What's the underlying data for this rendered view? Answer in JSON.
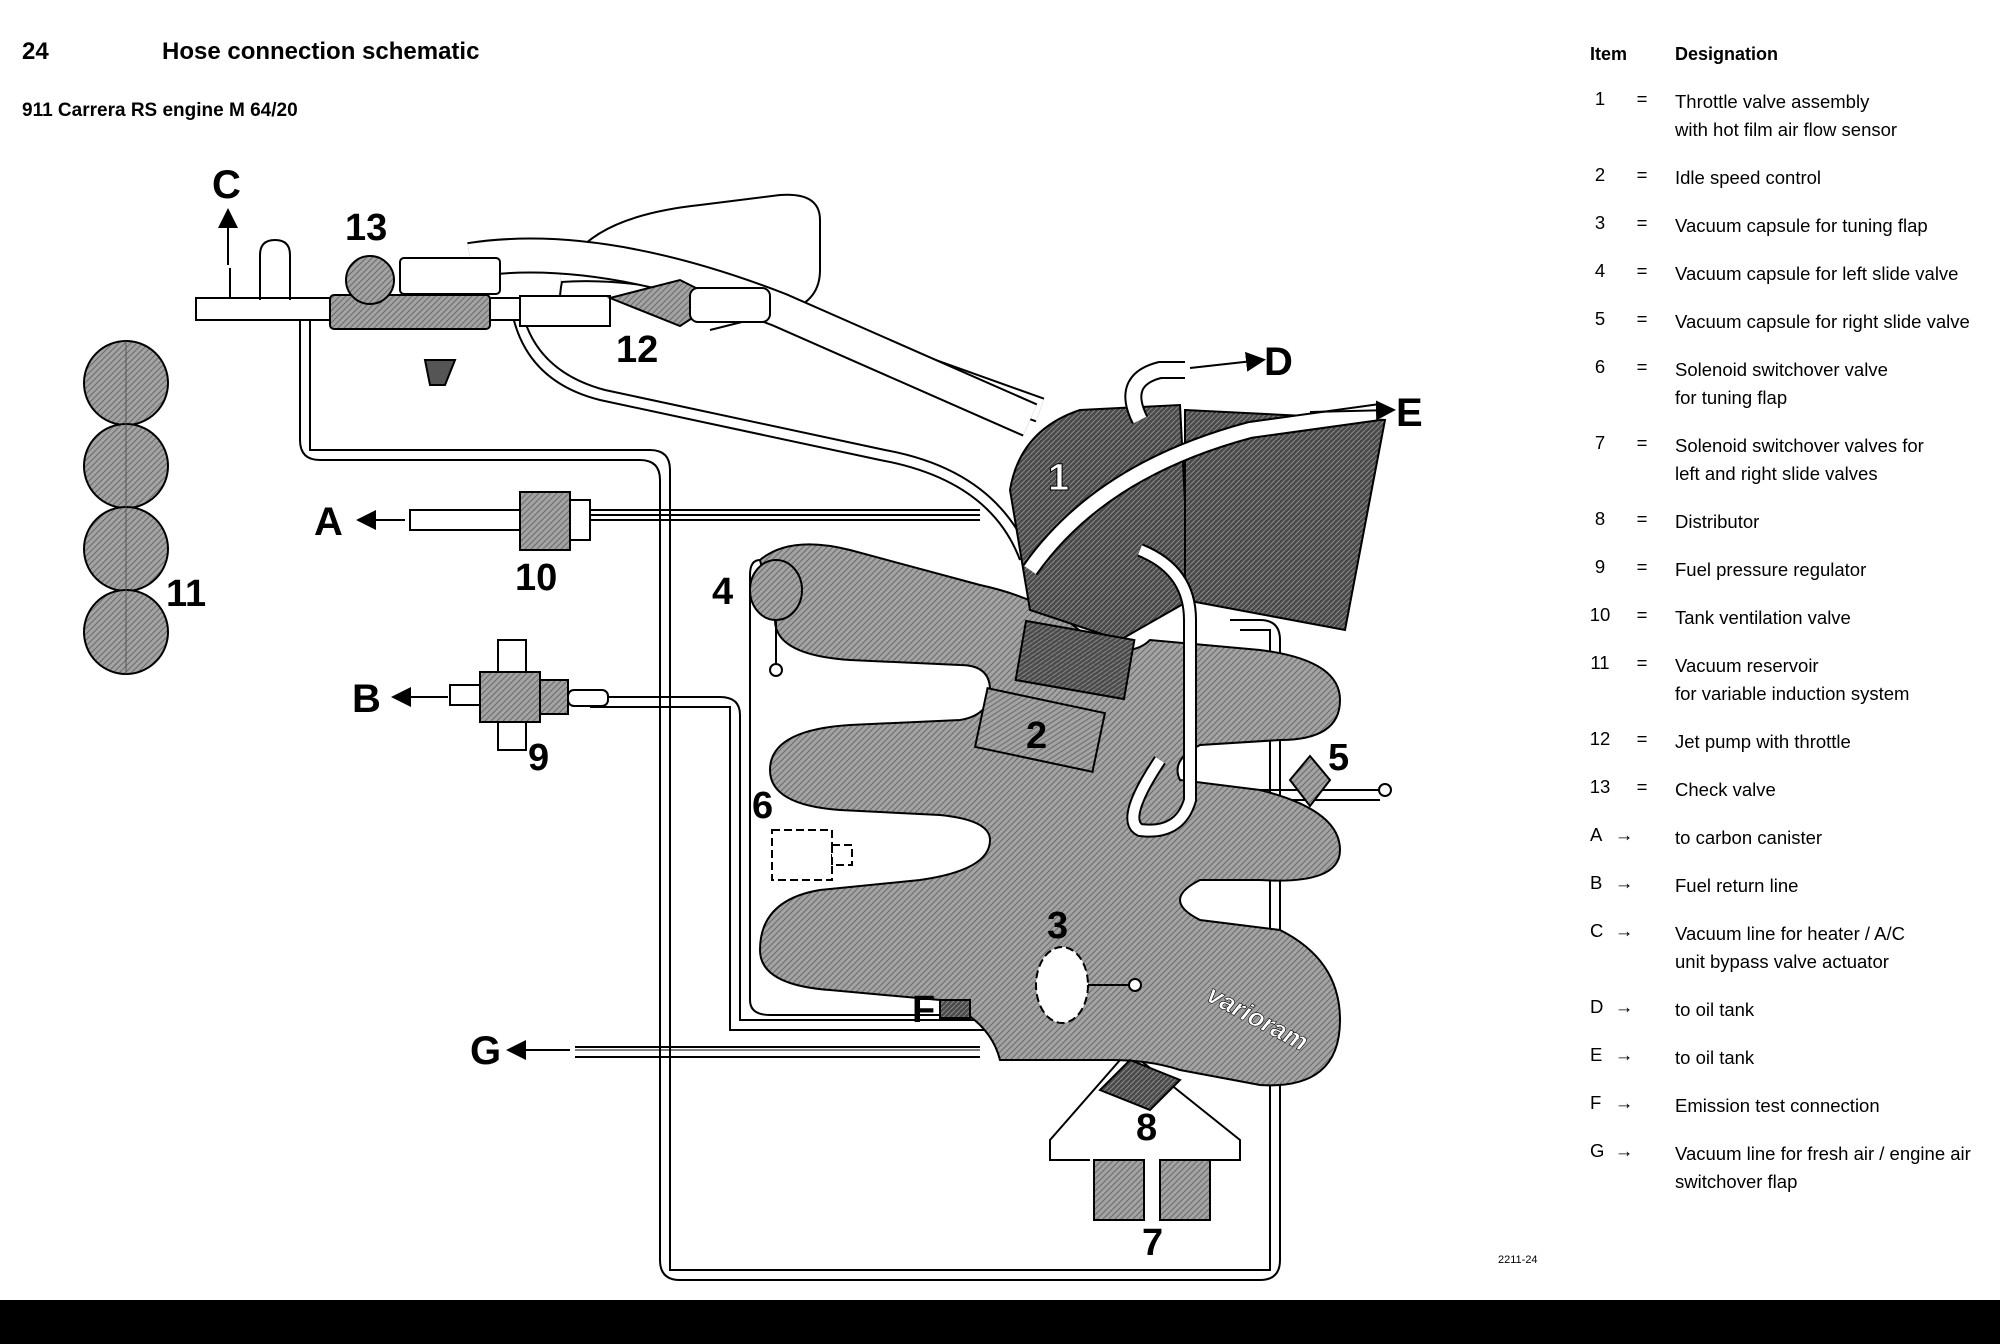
{
  "header": {
    "page_number": "24",
    "title": "Hose connection schematic",
    "engine": "911 Carrera RS engine M 64/20"
  },
  "diagram": {
    "callouts": [
      "1",
      "2",
      "3",
      "4",
      "5",
      "6",
      "7",
      "8",
      "9",
      "10",
      "11",
      "12",
      "13"
    ],
    "connections": [
      "A",
      "B",
      "C",
      "D",
      "E",
      "F",
      "G"
    ],
    "intake_text": "varioram"
  },
  "legend": {
    "col_item": "Item",
    "col_designation": "Designation",
    "items": [
      {
        "item": "1",
        "sep": "=",
        "lines": [
          "Throttle valve assembly",
          "with hot film air flow sensor"
        ]
      },
      {
        "item": "2",
        "sep": "=",
        "lines": [
          "Idle speed control"
        ]
      },
      {
        "item": "3",
        "sep": "=",
        "lines": [
          "Vacuum capsule for tuning flap"
        ]
      },
      {
        "item": "4",
        "sep": "=",
        "lines": [
          "Vacuum capsule for left slide valve"
        ]
      },
      {
        "item": "5",
        "sep": "=",
        "lines": [
          "Vacuum capsule for right slide valve"
        ]
      },
      {
        "item": "6",
        "sep": "=",
        "lines": [
          "Solenoid switchover valve",
          "for tuning flap"
        ]
      },
      {
        "item": "7",
        "sep": "=",
        "lines": [
          "Solenoid switchover valves for",
          "left and right slide valves"
        ]
      },
      {
        "item": "8",
        "sep": "=",
        "lines": [
          "Distributor"
        ]
      },
      {
        "item": "9",
        "sep": "=",
        "lines": [
          "Fuel pressure regulator"
        ]
      },
      {
        "item": "10",
        "sep": "=",
        "lines": [
          "Tank ventilation valve"
        ]
      },
      {
        "item": "11",
        "sep": "=",
        "lines": [
          "Vacuum reservoir",
          "for variable induction system"
        ]
      },
      {
        "item": "12",
        "sep": "=",
        "lines": [
          "Jet pump with throttle"
        ]
      },
      {
        "item": "13",
        "sep": "=",
        "lines": [
          "Check valve"
        ]
      },
      {
        "item": "A",
        "sep": "→",
        "lines": [
          "to carbon canister"
        ]
      },
      {
        "item": "B",
        "sep": "→",
        "lines": [
          "Fuel return line"
        ]
      },
      {
        "item": "C",
        "sep": "→",
        "lines": [
          "Vacuum line for heater / A/C",
          "unit bypass valve actuator"
        ]
      },
      {
        "item": "D",
        "sep": "→",
        "lines": [
          "to oil tank"
        ]
      },
      {
        "item": "E",
        "sep": "→",
        "lines": [
          "to oil tank"
        ]
      },
      {
        "item": "F",
        "sep": "→",
        "lines": [
          "Emission test connection"
        ]
      },
      {
        "item": "G",
        "sep": "→",
        "lines": [
          "Vacuum line for fresh air / engine air",
          "switchover flap"
        ]
      }
    ]
  },
  "footer": {
    "drawing_code": "2211-24"
  },
  "colors": {
    "ink": "#000000",
    "fill_gray": "#9a9a9a",
    "dark_gray": "#555555",
    "background": "#ffffff"
  }
}
